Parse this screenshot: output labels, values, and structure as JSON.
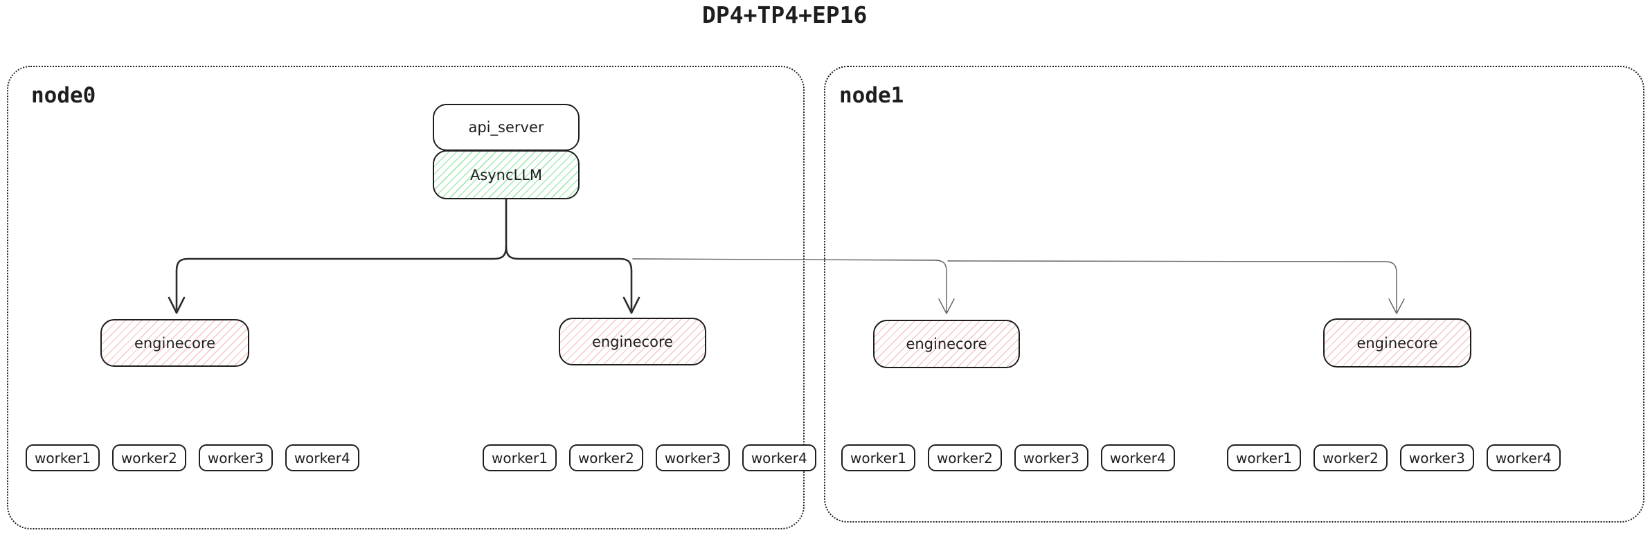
{
  "title": "DP4+TP4+EP16",
  "palette": {
    "stroke": "#1e1e1e",
    "green_hatch": "#a6e9b3",
    "red_hatch": "#f5c6c3",
    "thick_arrow": "#2b2b2b",
    "thin_arrow": "#5f5f5f"
  },
  "nodes": [
    {
      "label": "node0"
    },
    {
      "label": "node1"
    }
  ],
  "api_server": {
    "label": "api_server"
  },
  "async_llm": {
    "label": "AsyncLLM"
  },
  "enginecores": [
    {
      "label": "enginecore",
      "node": "node0",
      "workers": [
        "worker1",
        "worker2",
        "worker3",
        "worker4"
      ]
    },
    {
      "label": "enginecore",
      "node": "node0",
      "workers": [
        "worker1",
        "worker2",
        "worker3",
        "worker4"
      ]
    },
    {
      "label": "enginecore",
      "node": "node1",
      "workers": [
        "worker1",
        "worker2",
        "worker3",
        "worker4"
      ]
    },
    {
      "label": "enginecore",
      "node": "node1",
      "workers": [
        "worker1",
        "worker2",
        "worker3",
        "worker4"
      ]
    }
  ]
}
